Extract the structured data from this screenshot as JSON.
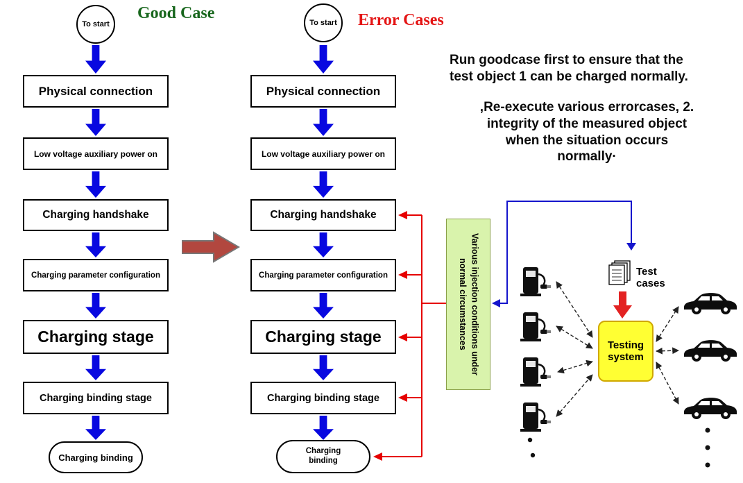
{
  "colors": {
    "flow_arrow": "#0808e0",
    "error_line": "#e60000",
    "good_title": "#17661c",
    "error_title": "#e41414",
    "injection_fill": "#d9f3ac",
    "injection_border": "#8aa04a",
    "system_fill": "#ffff33",
    "system_border": "#d0a800",
    "big_arrow": "#b2473f",
    "blue_link": "#1515cc"
  },
  "good": {
    "title": "Good Case",
    "start": "To start"
  },
  "error": {
    "title": "Error Cases",
    "start": "To start"
  },
  "steps": [
    "Physical connection",
    "Low voltage auxiliary power on",
    "Charging handshake",
    "Charging parameter configuration",
    "Charging stage",
    "Charging binding stage"
  ],
  "terminal": "Charging binding",
  "notes": {
    "run_goodcase": [
      "Run goodcase first to ensure that the",
      "test object 1 can be charged normally."
    ],
    "reexecute": [
      ",Re-execute various errorcases, 2.",
      "integrity of the measured object",
      "when the situation occurs",
      "normally·"
    ]
  },
  "injection_label": "Various injection conditions under normal circumstances",
  "right": {
    "test_cases": "Test cases",
    "testing_system": "Testing system"
  },
  "icons": {
    "station": "ev-charger-icon",
    "car": "car-icon",
    "docs": "test-cases-icon"
  }
}
